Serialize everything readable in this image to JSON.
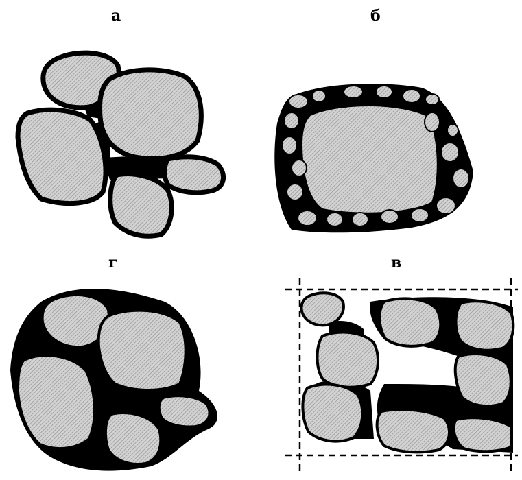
{
  "panels": [
    {
      "id": "a",
      "label": "а"
    },
    {
      "id": "b",
      "label": "б"
    },
    {
      "id": "g",
      "label": "г"
    },
    {
      "id": "v",
      "label": "в"
    }
  ],
  "colors": {
    "grain_fill": "#c8c8c8",
    "outline": "#000000",
    "cement": "#000000",
    "background": "#ffffff"
  }
}
